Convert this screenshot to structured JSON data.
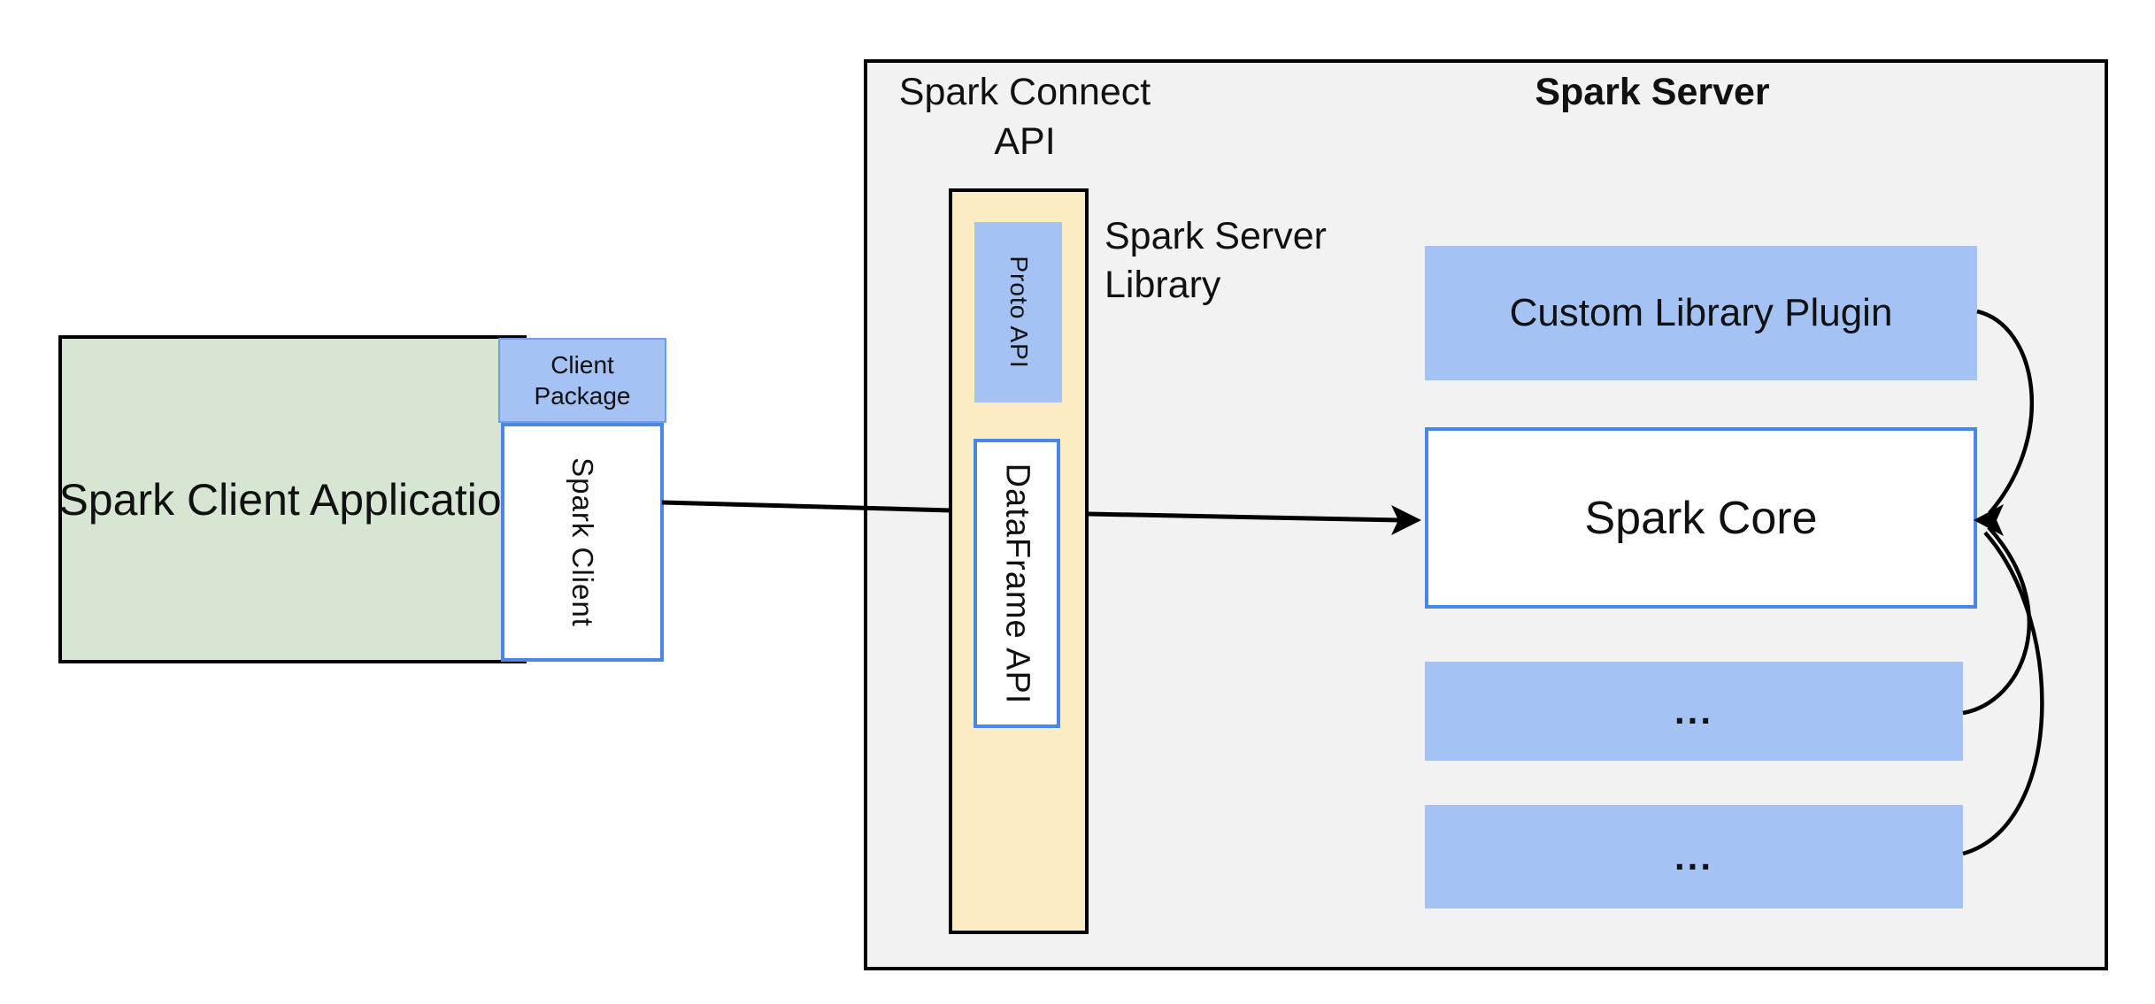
{
  "client": {
    "application_label": "Spark Client Application",
    "package_label": "Client Package",
    "client_label": "Spark Client"
  },
  "connect_api": {
    "title": "Spark Connect API",
    "proto_label": "Proto API",
    "dataframe_label": "DataFrame API",
    "server_library_label": "Spark Server Library"
  },
  "server": {
    "title": "Spark Server",
    "plugin_label": "Custom Library Plugin",
    "core_label": "Spark Core",
    "rows": [
      {
        "label": "..."
      },
      {
        "label": "..."
      }
    ]
  },
  "colors": {
    "green": "#d7e6d2",
    "blue": "#a4c2f4",
    "yellow": "#fcecc3",
    "gray": "#f2f2f2",
    "border_blue": "#4a86e8",
    "package_border": "#6d9eeb",
    "line": "#000000"
  }
}
